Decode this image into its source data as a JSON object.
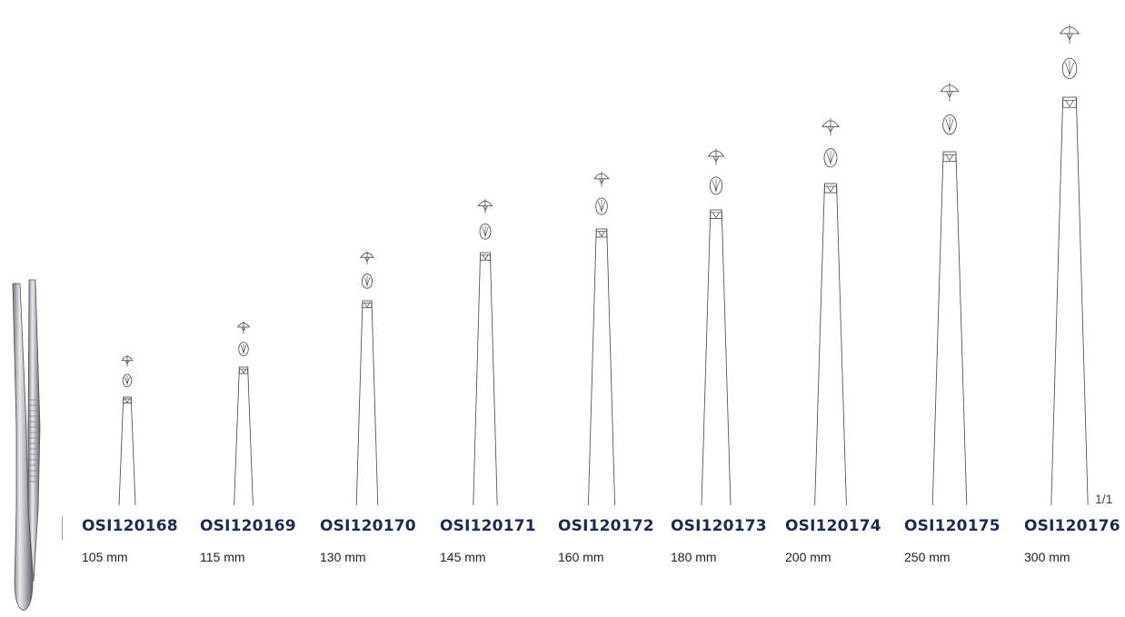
{
  "scale_label": "1/1",
  "colors": {
    "code_text": "#1b2a4e",
    "line": "#555555",
    "size_text": "#222222"
  },
  "icons": {
    "side_view": "forceps-side-view-icon",
    "tip_front": "tip-front-view-icon",
    "tip_cross_section": "tip-cross-section-icon"
  },
  "products": [
    {
      "code": "OSI120168",
      "size": "105 mm",
      "length_mm": 105
    },
    {
      "code": "OSI120169",
      "size": "115 mm",
      "length_mm": 115
    },
    {
      "code": "OSI120170",
      "size": "130 mm",
      "length_mm": 130
    },
    {
      "code": "OSI120171",
      "size": "145 mm",
      "length_mm": 145
    },
    {
      "code": "OSI120172",
      "size": "160 mm",
      "length_mm": 160
    },
    {
      "code": "OSI120173",
      "size": "180 mm",
      "length_mm": 180
    },
    {
      "code": "OSI120174",
      "size": "200 mm",
      "length_mm": 200
    },
    {
      "code": "OSI120175",
      "size": "250 mm",
      "length_mm": 250
    },
    {
      "code": "OSI120176",
      "size": "300 mm",
      "length_mm": 300
    }
  ]
}
